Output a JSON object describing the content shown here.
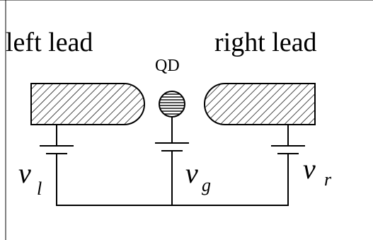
{
  "labels": {
    "left_lead": "left lead",
    "right_lead": "right lead",
    "dot": "QD"
  },
  "voltages": {
    "left": {
      "symbol": "v",
      "subscript": "l"
    },
    "gate": {
      "symbol": "v",
      "subscript": "g"
    },
    "right": {
      "symbol": "v",
      "subscript": "r"
    }
  },
  "colors": {
    "line": "#000000",
    "background": "#ffffff"
  }
}
